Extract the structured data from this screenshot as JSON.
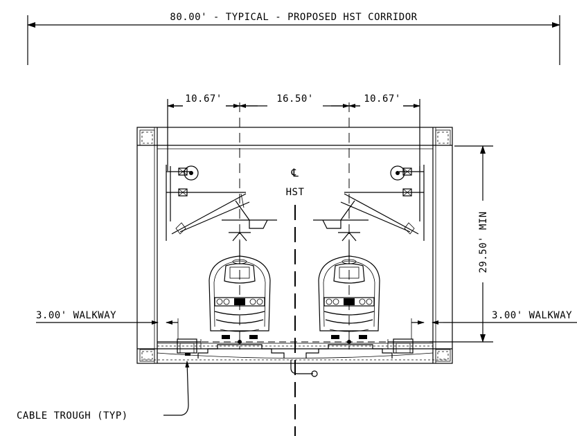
{
  "labels": {
    "corridor": "80.00' - TYPICAL - PROPOSED HST CORRIDOR",
    "dim_left": "10.67'",
    "dim_center": "16.50'",
    "dim_right": "10.67'",
    "centerline_symbol": "℄",
    "centerline_label": "HST",
    "height": "29.50' MIN",
    "walkway_left": "3.00' WALKWAY",
    "walkway_right": "3.00' WALKWAY",
    "cable_trough": "CABLE TROUGH (TYP)"
  }
}
